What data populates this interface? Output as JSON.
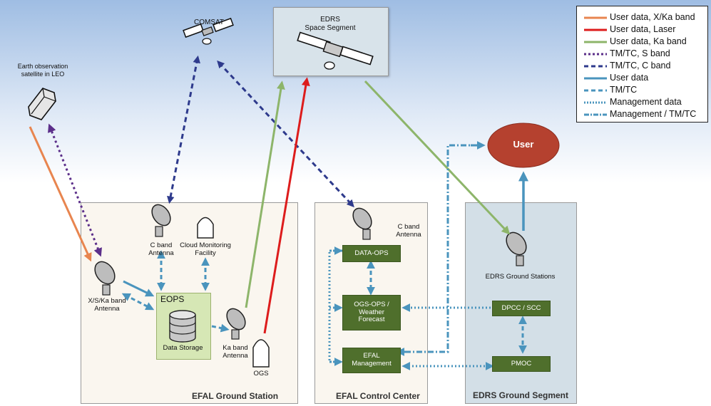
{
  "legend": {
    "items": [
      {
        "label": "User data, X/Ka band",
        "color": "#e8854f",
        "style": "solid"
      },
      {
        "label": "User data, Laser",
        "color": "#dd1c1c",
        "style": "solid"
      },
      {
        "label": "User data, Ka band",
        "color": "#8db56a",
        "style": "solid"
      },
      {
        "label": "TM/TC, S band",
        "color": "#5c2f8a",
        "style": "dotted"
      },
      {
        "label": "TM/TC, C band",
        "color": "#2e3a8c",
        "style": "dashed"
      },
      {
        "label": "User data",
        "color": "#4a94bd",
        "style": "solid"
      },
      {
        "label": "TM/TC",
        "color": "#4a94bd",
        "style": "dashed"
      },
      {
        "label": "Management data",
        "color": "#4a94bd",
        "style": "dotted"
      },
      {
        "label": "Management / TM/TC",
        "color": "#4a94bd",
        "style": "dashdot"
      }
    ]
  },
  "space": {
    "comsat": "COMSAT",
    "edrs_space_line1": "EDRS",
    "edrs_space_line2": "Space Segment",
    "eo_sat_line1": "Earth observation",
    "eo_sat_line2": "satellite in LEO"
  },
  "ground_station": {
    "title": "EFAL Ground Station",
    "c_band_line1": "C band",
    "c_band_line2": "Antenna",
    "cloud_line1": "Cloud Monitoring",
    "cloud_line2": "Facility",
    "xska_line1": "X/S/Ka band",
    "xska_line2": "Antenna",
    "eops": "EOPS",
    "data_storage": "Data Storage",
    "ka_line1": "Ka band",
    "ka_line2": "Antenna",
    "ogs": "OGS"
  },
  "control_center": {
    "title": "EFAL Control Center",
    "c_band_line1": "C band",
    "c_band_line2": "Antenna",
    "data_ops": "DATA-OPS",
    "ogs_ops_line1": "OGS-OPS /",
    "ogs_ops_line2": "Weather",
    "ogs_ops_line3": "Forecast",
    "efal_mgmt_line1": "EFAL",
    "efal_mgmt_line2": "Management"
  },
  "edrs_ground": {
    "title": "EDRS Ground Segment",
    "stations": "EDRS Ground Stations",
    "dpcc": "DPCC / SCC",
    "pmoc": "PMOC"
  },
  "user": "User",
  "colors": {
    "orange": "#e8854f",
    "red": "#dd1c1c",
    "green": "#8db56a",
    "purple": "#5c2f8a",
    "navy": "#2e3a8c",
    "blue": "#4a94bd",
    "box_green": "#4f6f2c",
    "user_red": "#b5412f"
  }
}
